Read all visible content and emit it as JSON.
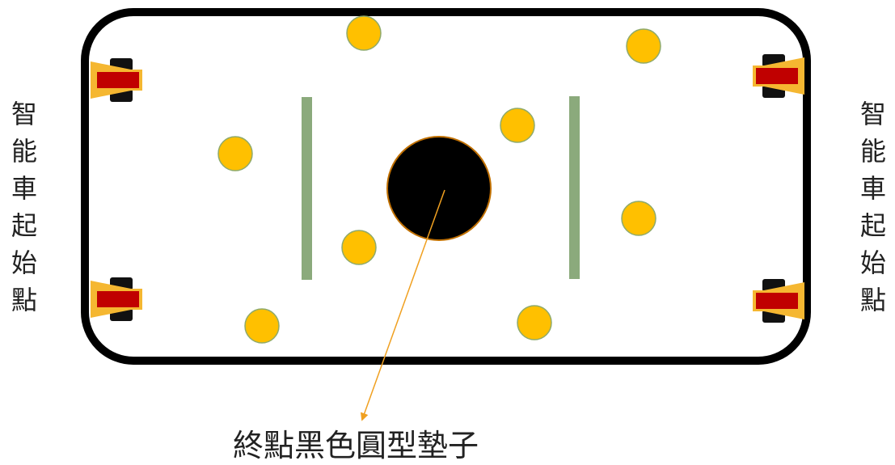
{
  "side_label": "智能車起始點",
  "left_label": [
    "智",
    "能",
    "車",
    "起",
    "始",
    "點"
  ],
  "right_label": [
    "智",
    "能",
    "車",
    "起",
    "始",
    "點"
  ],
  "caption": "終點黑色圓型墊子",
  "colors": {
    "arena_border": "#000000",
    "ball_fill": "#FFC000",
    "ball_stroke": "#8FAA6B",
    "wall": "#8BAA7C",
    "target": "#000000",
    "target_stroke": "#C07000",
    "car_body": "#F5B731",
    "car_stripe": "#C00000",
    "car_wheel": "#111111",
    "arrow": "#F0A020"
  },
  "icons": {
    "ball": "yellow-ball-icon",
    "car": "robot-car-icon",
    "target": "black-round-mat-icon",
    "wall": "green-wall-bar"
  }
}
